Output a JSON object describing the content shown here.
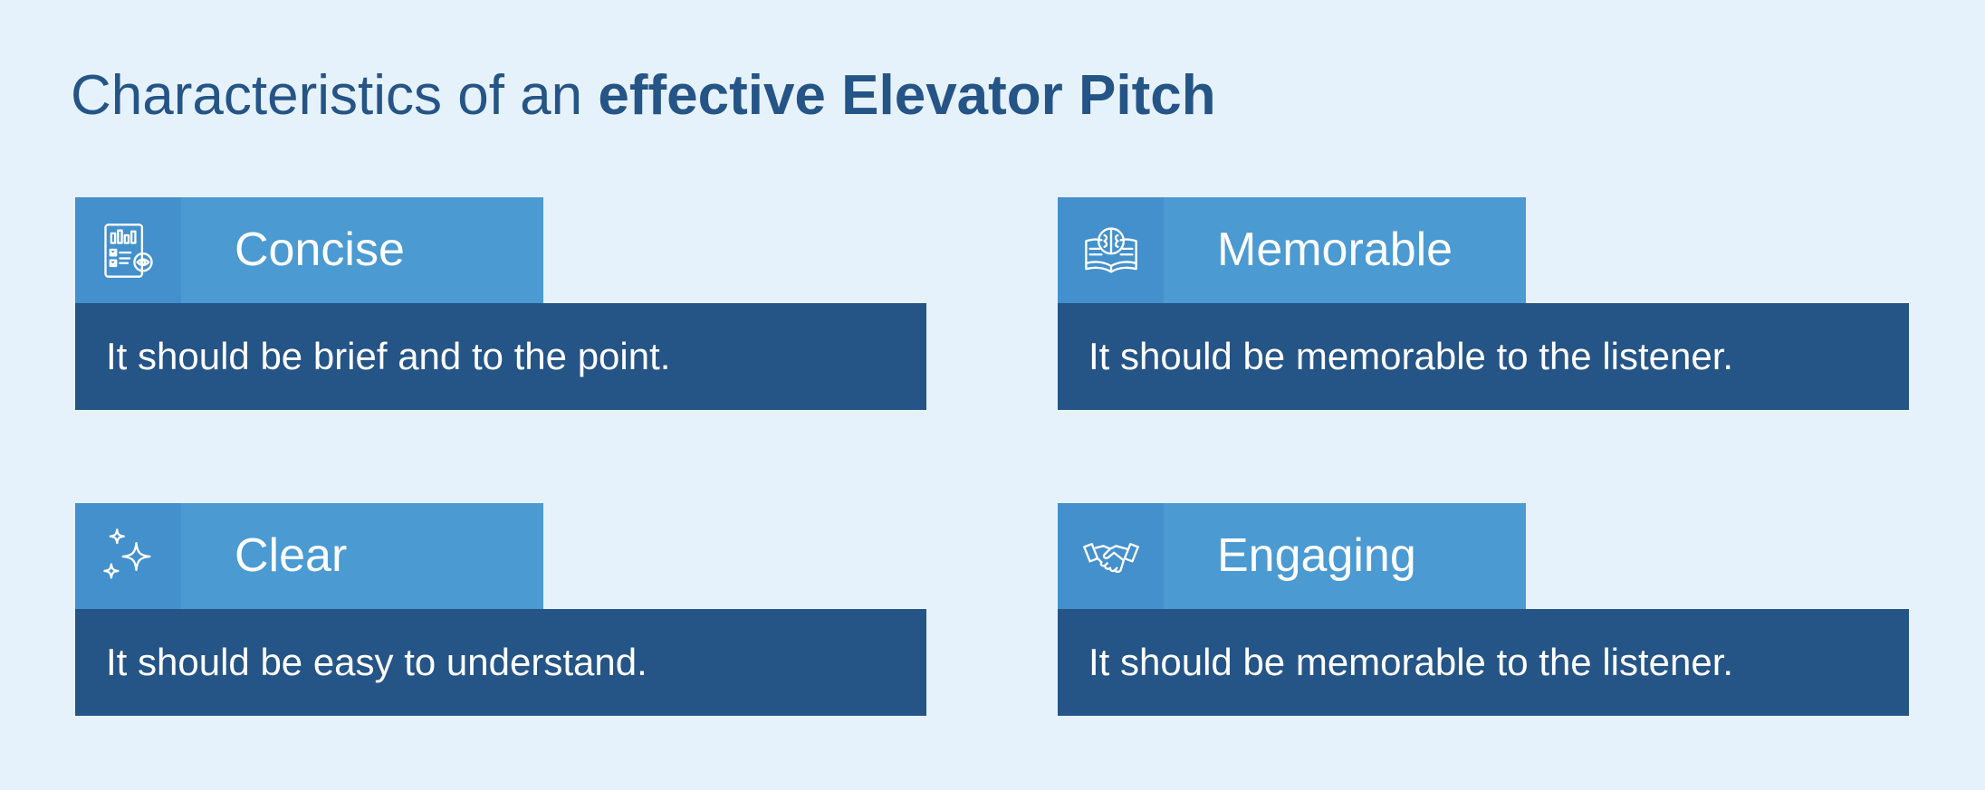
{
  "title": {
    "regular": "Characteristics of an ",
    "bold": "effective Elevator Pitch"
  },
  "cards": [
    {
      "label": "Concise",
      "description": "It should be brief and to the point.",
      "icon": "report-checklist-icon"
    },
    {
      "label": "Memorable",
      "description": "It should be memorable to the listener.",
      "icon": "brain-book-icon"
    },
    {
      "label": "Clear",
      "description": "It should be easy to understand.",
      "icon": "sparkles-icon"
    },
    {
      "label": "Engaging",
      "description": "It should be memorable to the listener.",
      "icon": "handshake-icon"
    }
  ],
  "colors": {
    "background": "#e6f2fb",
    "title": "#255486",
    "header": "#4b9ad2",
    "icon_box": "#4390cc",
    "description_bar": "#255486",
    "text_light": "#ffffff"
  }
}
